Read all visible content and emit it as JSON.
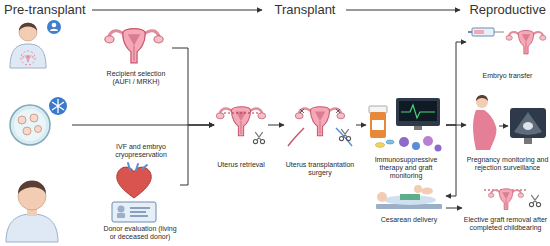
{
  "diagram": {
    "nodes": [
      {
        "text": [
          "Recipient selection (AUFI / MRKH)"
        ]
      },
      {
        "text": [
          "IVF and embryo cryopreservation"
        ]
      },
      {
        "text": [
          "Donor evaluation (living or deceased donor)"
        ]
      },
      {
        "text": [
          "Uterus retrieval"
        ]
      },
      {
        "text": [
          "Uterus transplantation surgery"
        ]
      },
      {
        "text": [
          "Immunosuppressive therapy and graft monitoring"
        ]
      },
      {
        "text": [
          "Embryo transfer"
        ]
      },
      {
        "text": [
          "Pregnancy monitoring and rejection surveillance"
        ]
      },
      {
        "text": [
          "Cesarean delivery"
        ]
      },
      {
        "text": [
          "Elective graft removal after completed childbearing"
        ]
      }
    ],
    "edges": [
      {
        "from": 0,
        "to": 3,
        "arrow": "to"
      },
      {
        "from": 1,
        "to": 3,
        "arrow": "to"
      },
      {
        "from": 2,
        "to": 3,
        "arrow": "to"
      },
      {
        "from": 3,
        "to": 4,
        "arrow": "to"
      },
      {
        "from": 4,
        "to": 5,
        "arrow": "to"
      },
      {
        "from": 5,
        "to": 6,
        "arrow": "to"
      },
      {
        "from": 5,
        "to": 7,
        "arrow": "to"
      },
      {
        "from": 5,
        "to": 8,
        "arrow": "to"
      },
      {
        "from": 8,
        "to": 9,
        "arrow": "to"
      }
    ],
    "labels": [
      "Pre-transplant",
      "Transplant",
      "Reproductive"
    ]
  }
}
